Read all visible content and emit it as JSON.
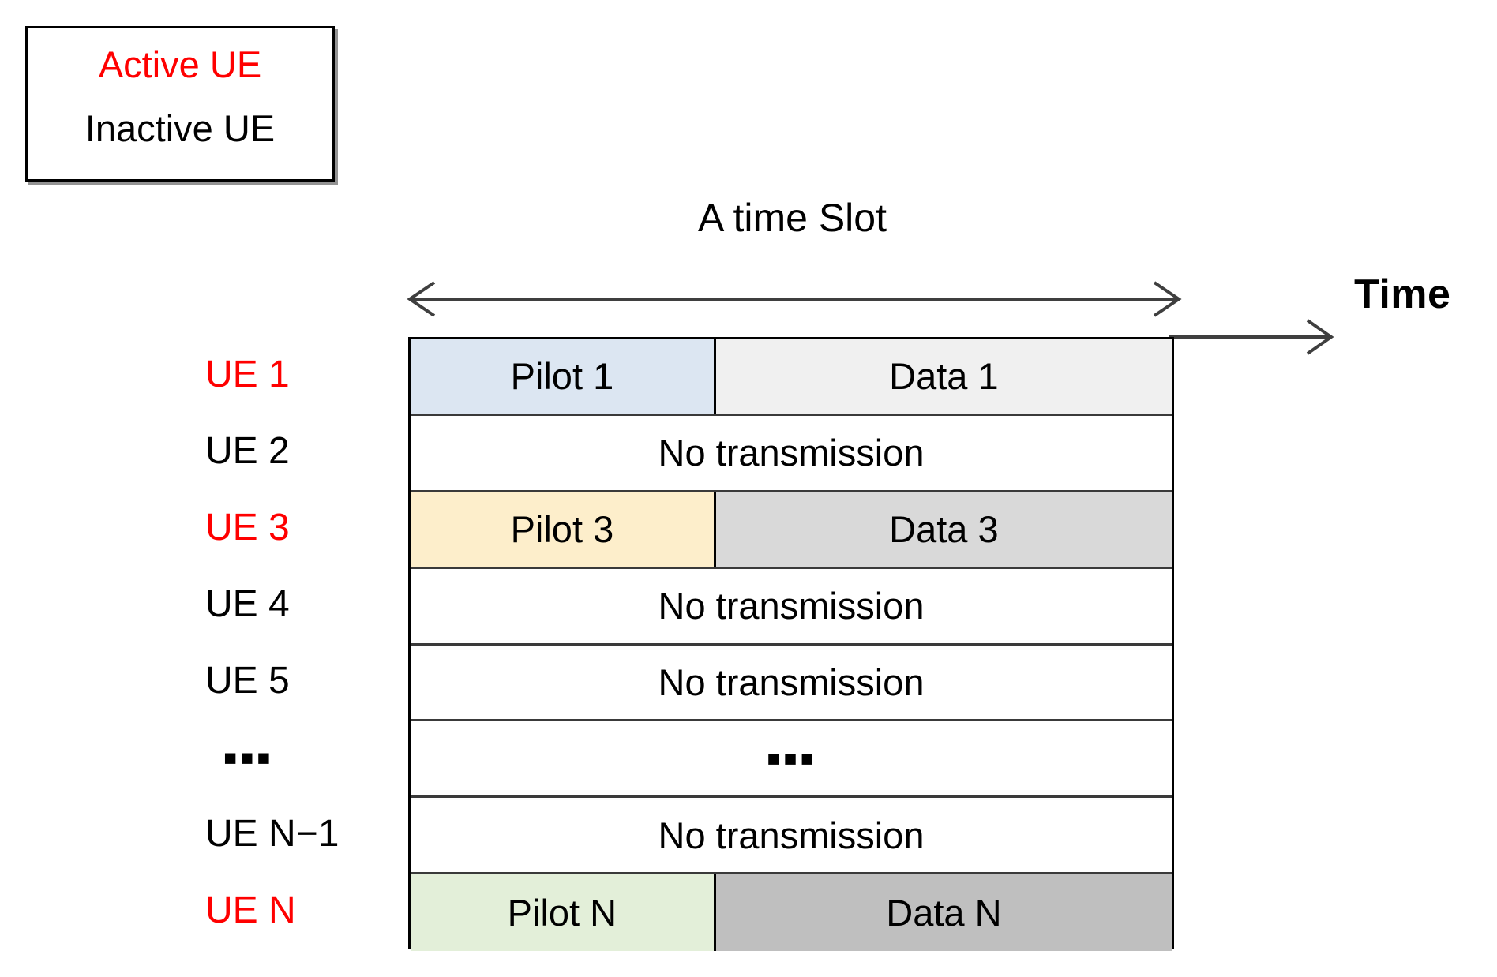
{
  "legend": {
    "active_label": "Active UE",
    "inactive_label": "Inactive UE",
    "active_color": "#ff0000",
    "inactive_color": "#000000"
  },
  "axis": {
    "slot_caption": "A time Slot",
    "time_label": "Time"
  },
  "chart_data": {
    "type": "table",
    "title": "A time Slot",
    "xlabel": "Time",
    "legend": [
      "Active UE",
      "Inactive UE"
    ],
    "columns": [
      "Pilot",
      "Data"
    ],
    "rows": [
      {
        "label": "UE 1",
        "active": true,
        "pilot": "Pilot 1",
        "data": "Data 1",
        "pilot_color": "#dce6f2",
        "data_color": "#f0f0f0"
      },
      {
        "label": "UE 2",
        "active": false,
        "full": "No transmission",
        "full_color": "#ffffff"
      },
      {
        "label": "UE 3",
        "active": true,
        "pilot": "Pilot 3",
        "data": "Data 3",
        "pilot_color": "#fdeecb",
        "data_color": "#d9d9d9"
      },
      {
        "label": "UE 4",
        "active": false,
        "full": "No transmission",
        "full_color": "#ffffff"
      },
      {
        "label": "UE 5",
        "active": false,
        "full": "No transmission",
        "full_color": "#ffffff"
      },
      {
        "label": "▪▪▪",
        "active": false,
        "full": "▪▪▪",
        "full_color": "#ffffff",
        "is_ellipsis": true
      },
      {
        "label": "UE N−1",
        "active": false,
        "full": "No transmission",
        "full_color": "#ffffff"
      },
      {
        "label": "UE N",
        "active": true,
        "pilot": "Pilot N",
        "data": "Data N",
        "pilot_color": "#e3efd9",
        "data_color": "#bfbfbf"
      }
    ]
  }
}
